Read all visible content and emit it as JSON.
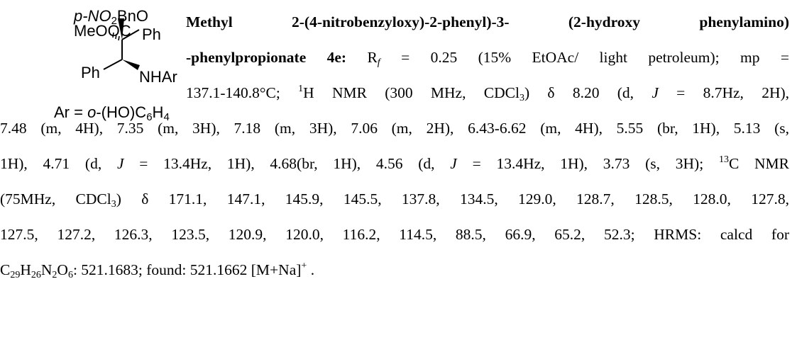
{
  "structure": {
    "group_top_line1": "p-NO",
    "group_top_sub": "2",
    "group_top_line1b": "BnO",
    "ester": "MeOOC",
    "ph_right": "Ph",
    "ph_left": "Ph",
    "nhar": "NHAr",
    "ar_def_prefix": "Ar = ",
    "ar_def_o": "o",
    "ar_def_rest": "-(HO)C",
    "ar_def_sub1": "6",
    "ar_def_h": "H",
    "ar_def_sub2": "4"
  },
  "compound": {
    "name_part1": "Methyl 2-(4-nitrobenzyloxy)-2-phenyl)-3- (2-hydroxy phenylamino)",
    "name_part2": "-phenylpropionate 4e:",
    "rf_label": "R",
    "rf_sub": "f",
    "rf_text": " = 0.25 (15% EtOAc/ light petroleum); mp =",
    "mp_text": "137.1-140.8°C; ",
    "h_sup": "1",
    "h_nmr_head": "H NMR (300 MHz, CDCl",
    "cdcl_sub": "3",
    "h_nmr_first": ") δ 8.20 (d, ",
    "j_symbol": "J",
    "h_nmr_first_b": " = 8.7Hz, 2H),",
    "line5": "7.48 (m, 4H), 7.35 (m, 3H), 7.18 (m, 3H), 7.06 (m, 2H), 6.43-6.62 (m, 4H), 5.55 (br, 1H), 5.13 (s,",
    "line6_a": "1H), 4.71 (d, ",
    "line6_b": " = 13.4Hz, 1H), 4.68(br, 1H), 4.56 (d, ",
    "line6_c": " = 13.4Hz, 1H), 3.73 (s, 3H); ",
    "c_sup": "13",
    "line6_d": "C NMR",
    "line7": "(75MHz, CDCl",
    "line7_b": ") δ 171.1, 147.1, 145.9, 145.5, 137.8, 134.5, 129.0, 128.7, 128.5, 128.0, 127.8,",
    "line8": "127.5, 127.2, 126.3, 123.5, 120.9, 120.0, 116.2, 114.5, 88.5, 66.9, 65.2, 52.3; HRMS: calcd for",
    "f_c": "C",
    "f_c_sub": "29",
    "f_h": "H",
    "f_h_sub": "26",
    "f_n": "N",
    "f_n_sub": "2",
    "f_o": "O",
    "f_o_sub": "6",
    "line9_b": ": 521.1683; found: 521.1662 [M+Na]",
    "plus_sup": "+",
    "line9_end": " ."
  }
}
